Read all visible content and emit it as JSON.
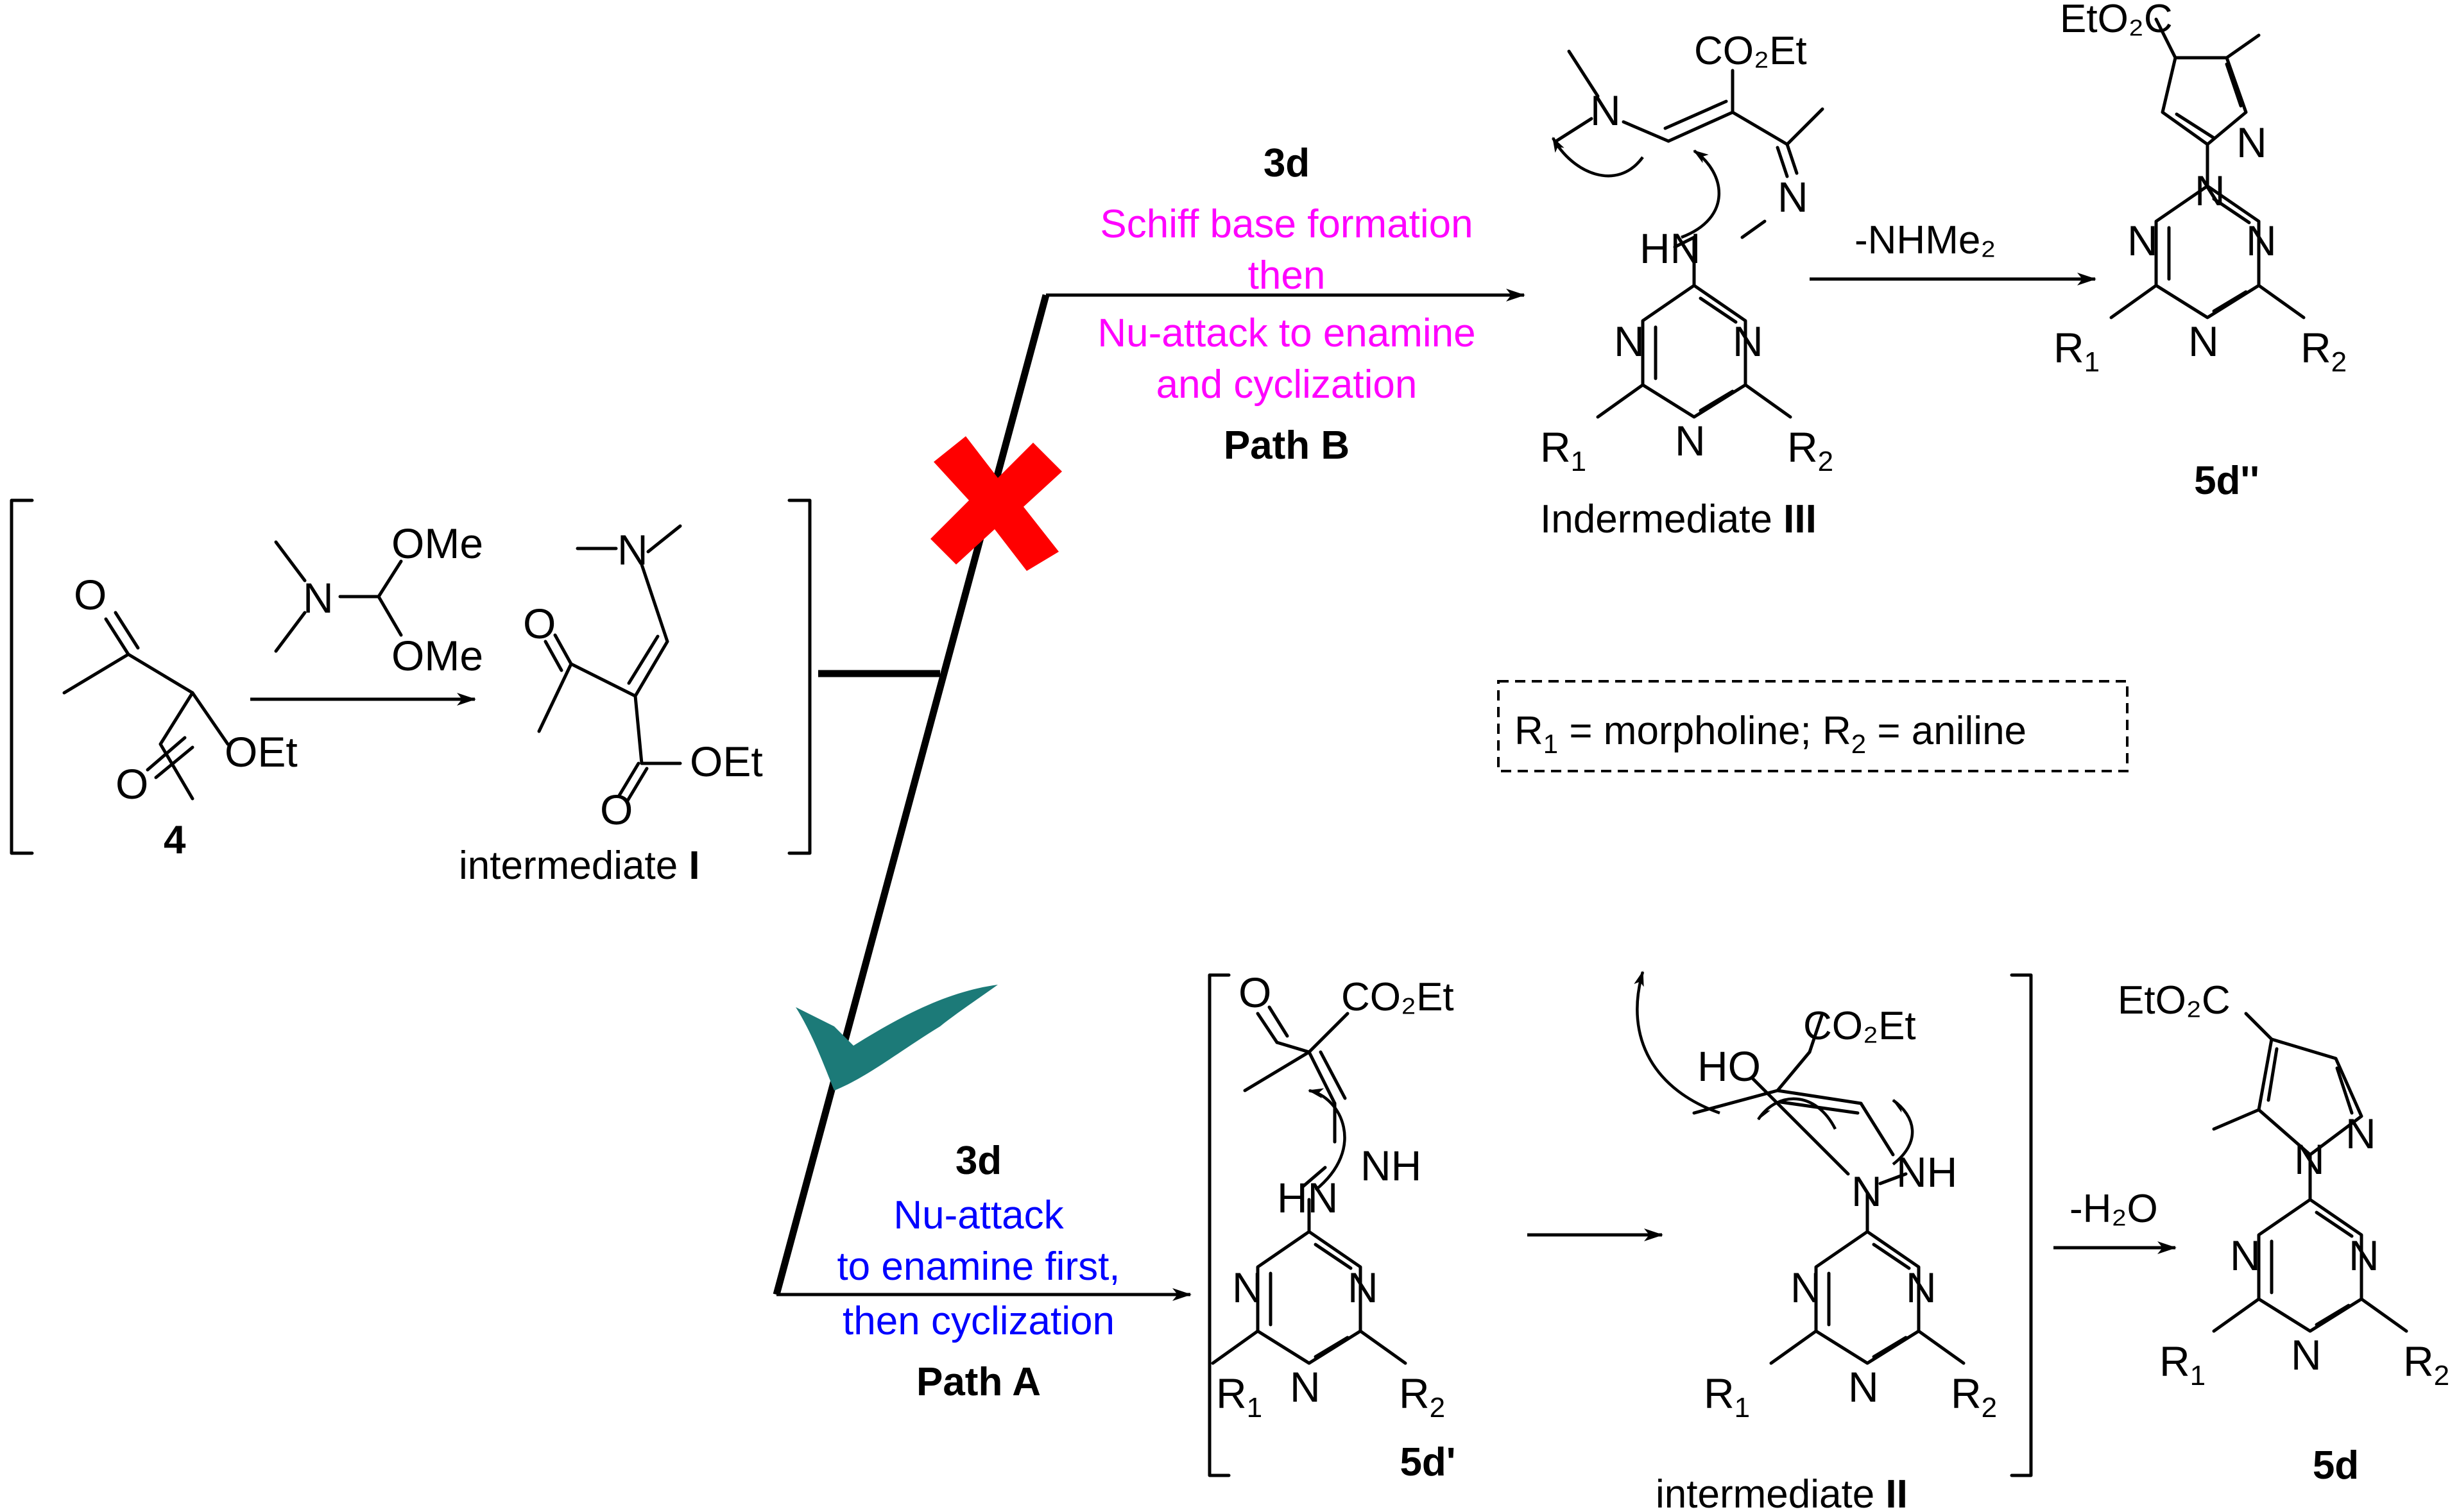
{
  "compounds": {
    "reactant": {
      "number": "4",
      "carbonyl_O": "O",
      "ester_O": "OEt"
    },
    "reagent": {
      "ome_top": "OMe",
      "ome_bottom": "OMe",
      "n": "N"
    },
    "int1": {
      "prefix": "intermediate ",
      "numeral": "I",
      "o_left": "O",
      "o_ester": "O",
      "oet": "OEt",
      "n": "N"
    },
    "int3": {
      "prefix": "Indermediate ",
      "numeral": "III",
      "co2et": "CO₂Et",
      "n_me2": "N",
      "hn": "HN",
      "n_imine": "N"
    },
    "p5dpp": {
      "label": "5d''",
      "eto2c": "EtO₂C",
      "n1": "N",
      "n2": "N"
    },
    "p5dp": {
      "label": "5d'",
      "o": "O",
      "co2et": "CO₂Et",
      "nh": "NH",
      "hn": "HN"
    },
    "int2": {
      "prefix": "intermediate ",
      "numeral": "II",
      "co2et": "CO₂Et",
      "ho": "HO",
      "nh": "NH",
      "n": "N"
    },
    "p5d": {
      "label": "5d",
      "eto2c": "EtO₂C",
      "n1": "N",
      "n2": "N"
    }
  },
  "triazine": {
    "n": "N",
    "r1": "R",
    "r1_sub": "1",
    "r2": "R",
    "r2_sub": "2"
  },
  "pathB": {
    "reagent": "3d",
    "line1": "Schiff base formation",
    "line2": "then",
    "line3": "Nu-attack to enamine",
    "line4": "and cyclization",
    "name": "Path B",
    "color": "#ff00ff"
  },
  "pathA": {
    "reagent": "3d",
    "line1": "Nu-attack",
    "line2": "to enamine first,",
    "line3": "then cyclization",
    "name": "Path A",
    "color": "#0000ff"
  },
  "loss_B": "-NHMe₂",
  "loss_A": "-H₂O",
  "legend": {
    "r1": "R",
    "r1_sub": "1",
    "r1_text": " = morpholine; ",
    "r2": "R",
    "r2_sub": "2",
    "r2_text": " = aniline"
  },
  "marks": {
    "cross_color": "#ff0000",
    "check_color": "#1c7a78"
  }
}
